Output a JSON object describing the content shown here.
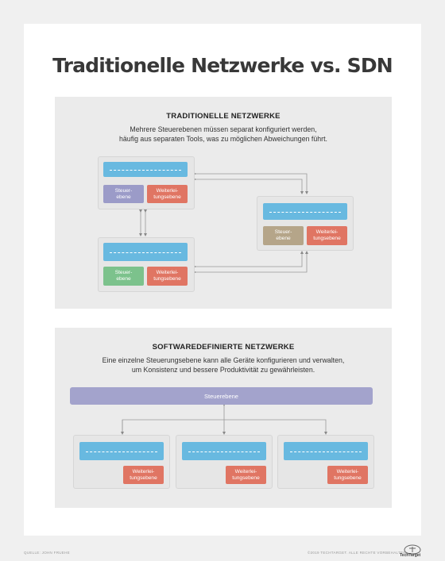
{
  "title": "Traditionelle Netzwerke vs. SDN",
  "traditional": {
    "heading": "TRADITIONELLE NETZWERKE",
    "desc_line1": "Mehrere Steuerebenen müssen separat konfiguriert werden,",
    "desc_line2": "häufig aus separaten Tools, was zu möglichen Abweichungen führt.",
    "devices": [
      {
        "control": "Steuer-\nebene",
        "control_color": "#9b9bc8",
        "forwarding": "Weiterlei-\ntungsebene",
        "forwarding_color": "#e07563"
      },
      {
        "control": "Steuer-\nebene",
        "control_color": "#b5a589",
        "forwarding": "Weiterlei-\ntungsebene",
        "forwarding_color": "#e07563"
      },
      {
        "control": "Steuer-\nebene",
        "control_color": "#7cc28c",
        "forwarding": "Weiterlei-\ntungsebene",
        "forwarding_color": "#e07563"
      }
    ]
  },
  "sdn": {
    "heading": "SOFTWAREDEFINIERTE NETZWERKE",
    "desc_line1": "Eine einzelne Steuerungsebene kann alle Geräte konfigurieren und verwalten,",
    "desc_line2": "um Konsistenz und bessere Produktivität zu gewährleisten.",
    "control_plane": "Steuerebene",
    "control_color": "#a3a3cc",
    "devices": [
      {
        "forwarding": "Weiterlei-\ntungsebene"
      },
      {
        "forwarding": "Weiterlei-\ntungsebene"
      },
      {
        "forwarding": "Weiterlei-\ntungsebene"
      }
    ]
  },
  "colors": {
    "accent_blue": "#68b9e0",
    "forwarding_red": "#e07563",
    "panel_bg": "#ebebeb"
  },
  "footer": {
    "source": "QUELLE: JOHN FRUEHE",
    "copyright": "©2019 TECHTARGET. ALLE RECHTE VORBEHALTEN.",
    "brand": "TechTarget"
  }
}
